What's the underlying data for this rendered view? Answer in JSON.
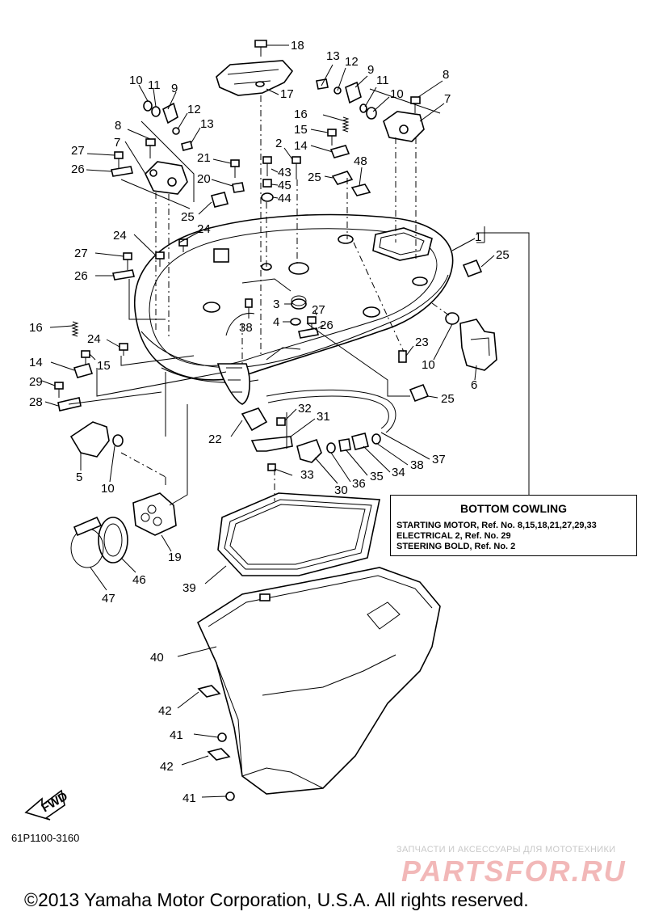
{
  "info_box": {
    "title": "BOTTOM COWLING",
    "lines": [
      "STARTING MOTOR, Ref. No. 8,15,18,21,27,29,33",
      "ELECTRICAL 2,      Ref. No. 29",
      "STEERING BOLD, Ref. No. 2"
    ]
  },
  "fwd_label": "FWD",
  "diagram_code": "61P1100-3160",
  "watermark": {
    "top_text": "ЗАПЧАСТИ И АКСЕССУАРЫ ДЛЯ МОТОТЕХНИКИ",
    "logo": "PARTSFOR.RU"
  },
  "copyright": "©2013 Yamaha Motor Corporation, U.S.A. All rights reserved.",
  "callouts": {
    "c18": "18",
    "c17": "17",
    "c13a": "13",
    "c12a": "12",
    "c9a": "9",
    "c11a": "11",
    "c10a": "10",
    "c8a": "8",
    "c7a": "7",
    "c16a": "16",
    "c15a": "15",
    "c14a": "14",
    "c2": "2",
    "c43": "43",
    "c45": "45",
    "c44": "44",
    "c25a": "25",
    "c48": "48",
    "c10b": "10",
    "c11b": "11",
    "c9b": "9",
    "c12b": "12",
    "c13b": "13",
    "c8b": "8",
    "c27a": "27",
    "c7b": "7",
    "c26a": "26",
    "c21": "21",
    "c20": "20",
    "c25b": "25",
    "c24a": "24",
    "c24b": "24",
    "c27b": "27",
    "c26b": "26",
    "c1": "1",
    "c25c": "25",
    "c3": "3",
    "c4": "4",
    "c27c": "27",
    "c26c": "26",
    "c38a": "38",
    "c16b": "16",
    "c24c": "24",
    "c15b": "15",
    "c14b": "14",
    "c29": "29",
    "c28": "28",
    "c23": "23",
    "c10c": "10",
    "c6": "6",
    "c25d": "25",
    "c32": "32",
    "c31": "31",
    "c22": "22",
    "c37": "37",
    "c38b": "38",
    "c34": "34",
    "c35": "35",
    "c36": "36",
    "c30": "30",
    "c33": "33",
    "c5": "5",
    "c10d": "10",
    "c19": "19",
    "c46": "46",
    "c47": "47",
    "c39": "39",
    "c40": "40",
    "c42a": "42",
    "c41a": "41",
    "c42b": "42",
    "c41b": "41"
  }
}
